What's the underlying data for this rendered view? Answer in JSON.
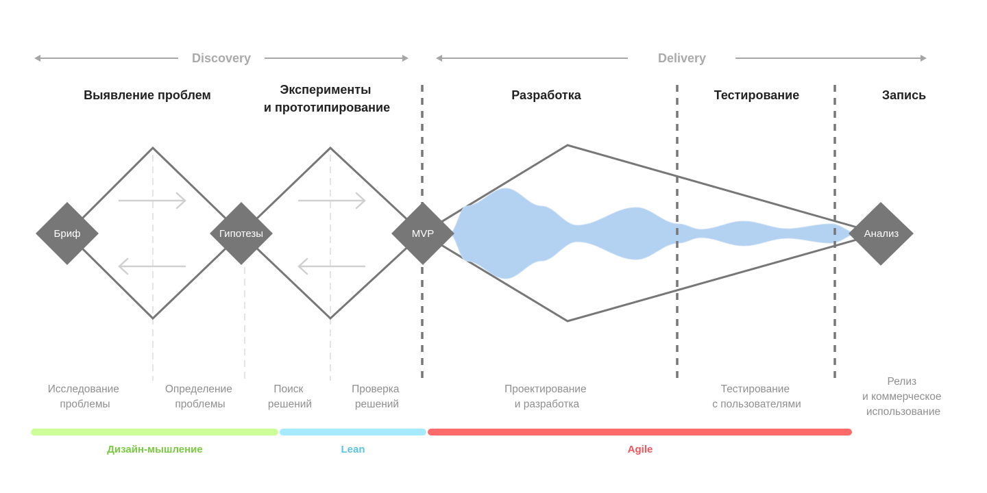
{
  "phases": [
    {
      "id": "discovery",
      "label": "Discovery"
    },
    {
      "id": "delivery",
      "label": "Delivery"
    }
  ],
  "stage_titles": [
    {
      "id": "problem-discovery",
      "lines": [
        "Выявление проблем"
      ]
    },
    {
      "id": "experiments",
      "lines": [
        "Эксперименты",
        "и прототипирование"
      ]
    },
    {
      "id": "development",
      "lines": [
        "Разработка"
      ]
    },
    {
      "id": "testing",
      "lines": [
        "Тестирование"
      ]
    },
    {
      "id": "record",
      "lines": [
        "Запись"
      ]
    }
  ],
  "nodes": [
    {
      "id": "brief",
      "label": "Бриф"
    },
    {
      "id": "hypotheses",
      "label": "Гипотезы"
    },
    {
      "id": "mvp",
      "label": "MVP"
    },
    {
      "id": "analysis",
      "label": "Анализ"
    }
  ],
  "sub_stages": [
    {
      "id": "research",
      "lines": [
        "Исследование",
        "проблемы"
      ]
    },
    {
      "id": "definition",
      "lines": [
        "Определение",
        "проблемы"
      ]
    },
    {
      "id": "search",
      "lines": [
        "Поиск",
        "решений"
      ]
    },
    {
      "id": "validation",
      "lines": [
        "Проверка",
        "решений"
      ]
    },
    {
      "id": "design-dev",
      "lines": [
        "Проектирование",
        "и разработка"
      ]
    },
    {
      "id": "user-testing",
      "lines": [
        "Тестирование",
        "с пользователями"
      ]
    },
    {
      "id": "release",
      "lines": [
        "Релиз",
        "и коммерческое",
        "использование"
      ]
    }
  ],
  "methods": [
    {
      "id": "design-thinking",
      "label": "Дизайн-мышление",
      "bar_color": "#ccff99",
      "text_color": "#7ac943"
    },
    {
      "id": "lean",
      "label": "Lean",
      "bar_color": "#a6eaff",
      "text_color": "#5bc4e0"
    },
    {
      "id": "agile",
      "label": "Agile",
      "bar_color": "#ff6b6b",
      "text_color": "#f2545b"
    }
  ],
  "colors": {
    "node_fill": "#777777",
    "outline": "#777777",
    "flow_fill": "#b3d1f0",
    "faint_arrow": "#d0d0d0",
    "phase_arrow": "#a6a6a6"
  }
}
